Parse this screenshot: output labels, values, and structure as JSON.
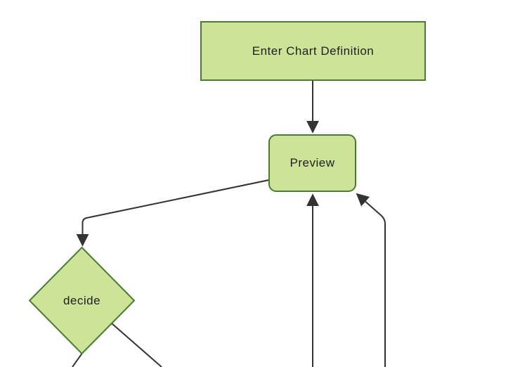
{
  "diagram": {
    "type": "flowchart-top-down",
    "background_color": "#ffffff",
    "node_fill_color": "#cde498",
    "node_border_color": "#4a7b32",
    "edge_color": "#333333",
    "label_color": "#1f1f1f",
    "nodes": [
      {
        "id": "enter-chart-definition",
        "label": "Enter Chart Definition",
        "shape": "rectangle"
      },
      {
        "id": "preview",
        "label": "Preview",
        "shape": "rounded-rectangle"
      },
      {
        "id": "decide",
        "label": "decide",
        "shape": "diamond"
      }
    ],
    "edges": [
      {
        "from": "enter-chart-definition",
        "to": "preview",
        "arrowhead": true
      },
      {
        "from": "preview",
        "to": "decide",
        "arrowhead": true
      },
      {
        "from": "decide",
        "to": "offscreen-bottom-left",
        "arrowhead": false
      },
      {
        "from": "decide",
        "to": "offscreen-bottom-right",
        "arrowhead": false
      },
      {
        "from": "offscreen-bottom-center",
        "to": "preview",
        "arrowhead": true
      },
      {
        "from": "offscreen-bottom-right",
        "to": "preview",
        "arrowhead": true
      }
    ]
  }
}
